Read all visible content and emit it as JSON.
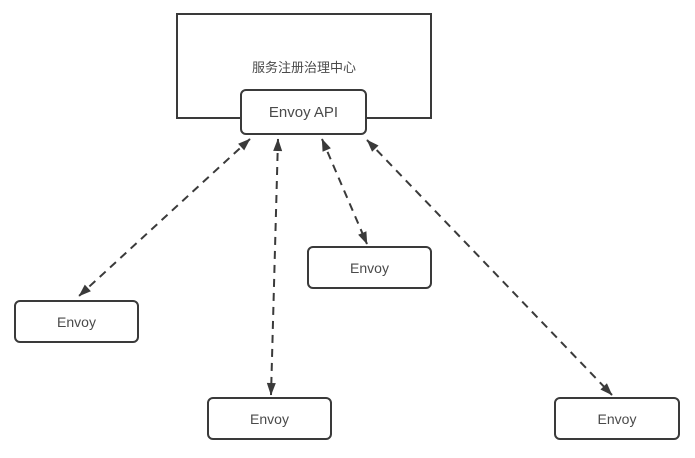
{
  "diagram": {
    "colors": {
      "stroke": "#3a3a3a",
      "text": "#4a4a4a",
      "background": "#ffffff"
    },
    "registry_center": {
      "label": "服务注册治理中心"
    },
    "api_box": {
      "label": "Envoy API"
    },
    "envoy_nodes": [
      {
        "id": "envoy-left",
        "label": "Envoy"
      },
      {
        "id": "envoy-upper-middle",
        "label": "Envoy"
      },
      {
        "id": "envoy-bottom-middle",
        "label": "Envoy"
      },
      {
        "id": "envoy-bottom-right",
        "label": "Envoy"
      }
    ],
    "connections": [
      {
        "from": "envoy-api",
        "to": "envoy-left",
        "line": "dashed",
        "bidirectional": true
      },
      {
        "from": "envoy-api",
        "to": "envoy-bottom-middle",
        "line": "dashed",
        "bidirectional": true
      },
      {
        "from": "envoy-api",
        "to": "envoy-upper-middle",
        "line": "dashed",
        "bidirectional": true
      },
      {
        "from": "envoy-api",
        "to": "envoy-bottom-right",
        "line": "dashed",
        "bidirectional": true
      }
    ]
  }
}
